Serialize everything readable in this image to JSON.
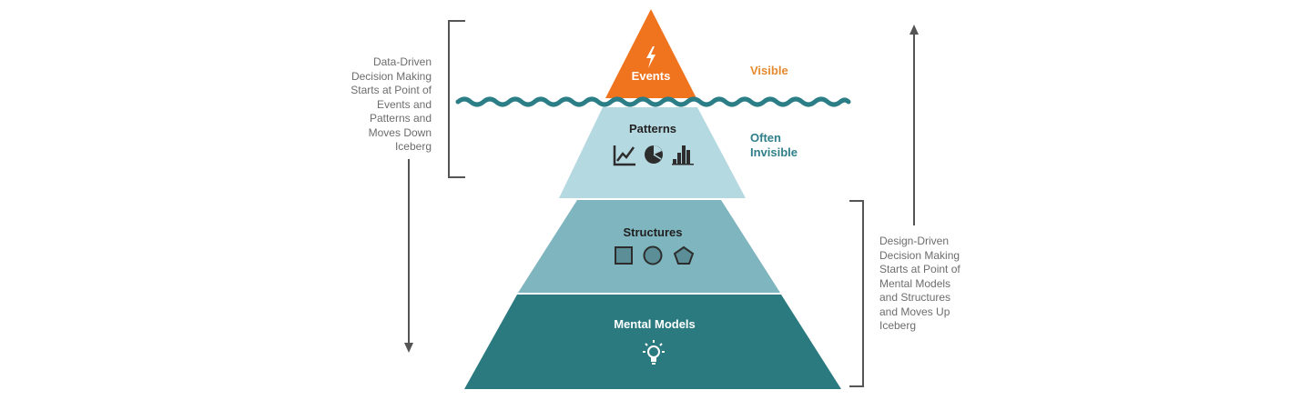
{
  "colors": {
    "events": "#f0731e",
    "patterns": "#b5d9e1",
    "structures": "#7fb5bf",
    "mental_models": "#2b7a80",
    "water": "#2b7d86",
    "visible_label": "#e58a2e",
    "invisible_label": "#2f7f88",
    "bracket": "#555555",
    "side_text": "#6d6d6d",
    "icon_dark": "#2d2d2d"
  },
  "layers": [
    {
      "name": "Events",
      "icon": "lightning-bolt-icon",
      "text_color": "#ffffff"
    },
    {
      "name": "Patterns",
      "icons": [
        "line-chart-icon",
        "pie-chart-icon",
        "bar-chart-icon"
      ],
      "text_color": "#222222"
    },
    {
      "name": "Structures",
      "icons": [
        "square-icon",
        "circle-icon",
        "pentagon-icon"
      ],
      "text_color": "#1f1f1f"
    },
    {
      "name": "Mental Models",
      "icon": "lightbulb-icon",
      "text_color": "#ffffff"
    }
  ],
  "labels": {
    "visible": "Visible",
    "often_invisible": [
      "Often",
      "Invisible"
    ]
  },
  "annotations": {
    "data_driven": {
      "lines": [
        "Data-Driven",
        "Decision Making",
        "Starts at Point of",
        "Events and",
        "Patterns and",
        "Moves Down",
        "Iceberg"
      ],
      "arrow_direction": "down"
    },
    "design_driven": {
      "lines": [
        "Design-Driven",
        "Decision Making",
        "Starts at Point of",
        "Mental Models",
        "and Structures",
        "and Moves Up",
        "Iceberg"
      ],
      "arrow_direction": "up"
    }
  }
}
